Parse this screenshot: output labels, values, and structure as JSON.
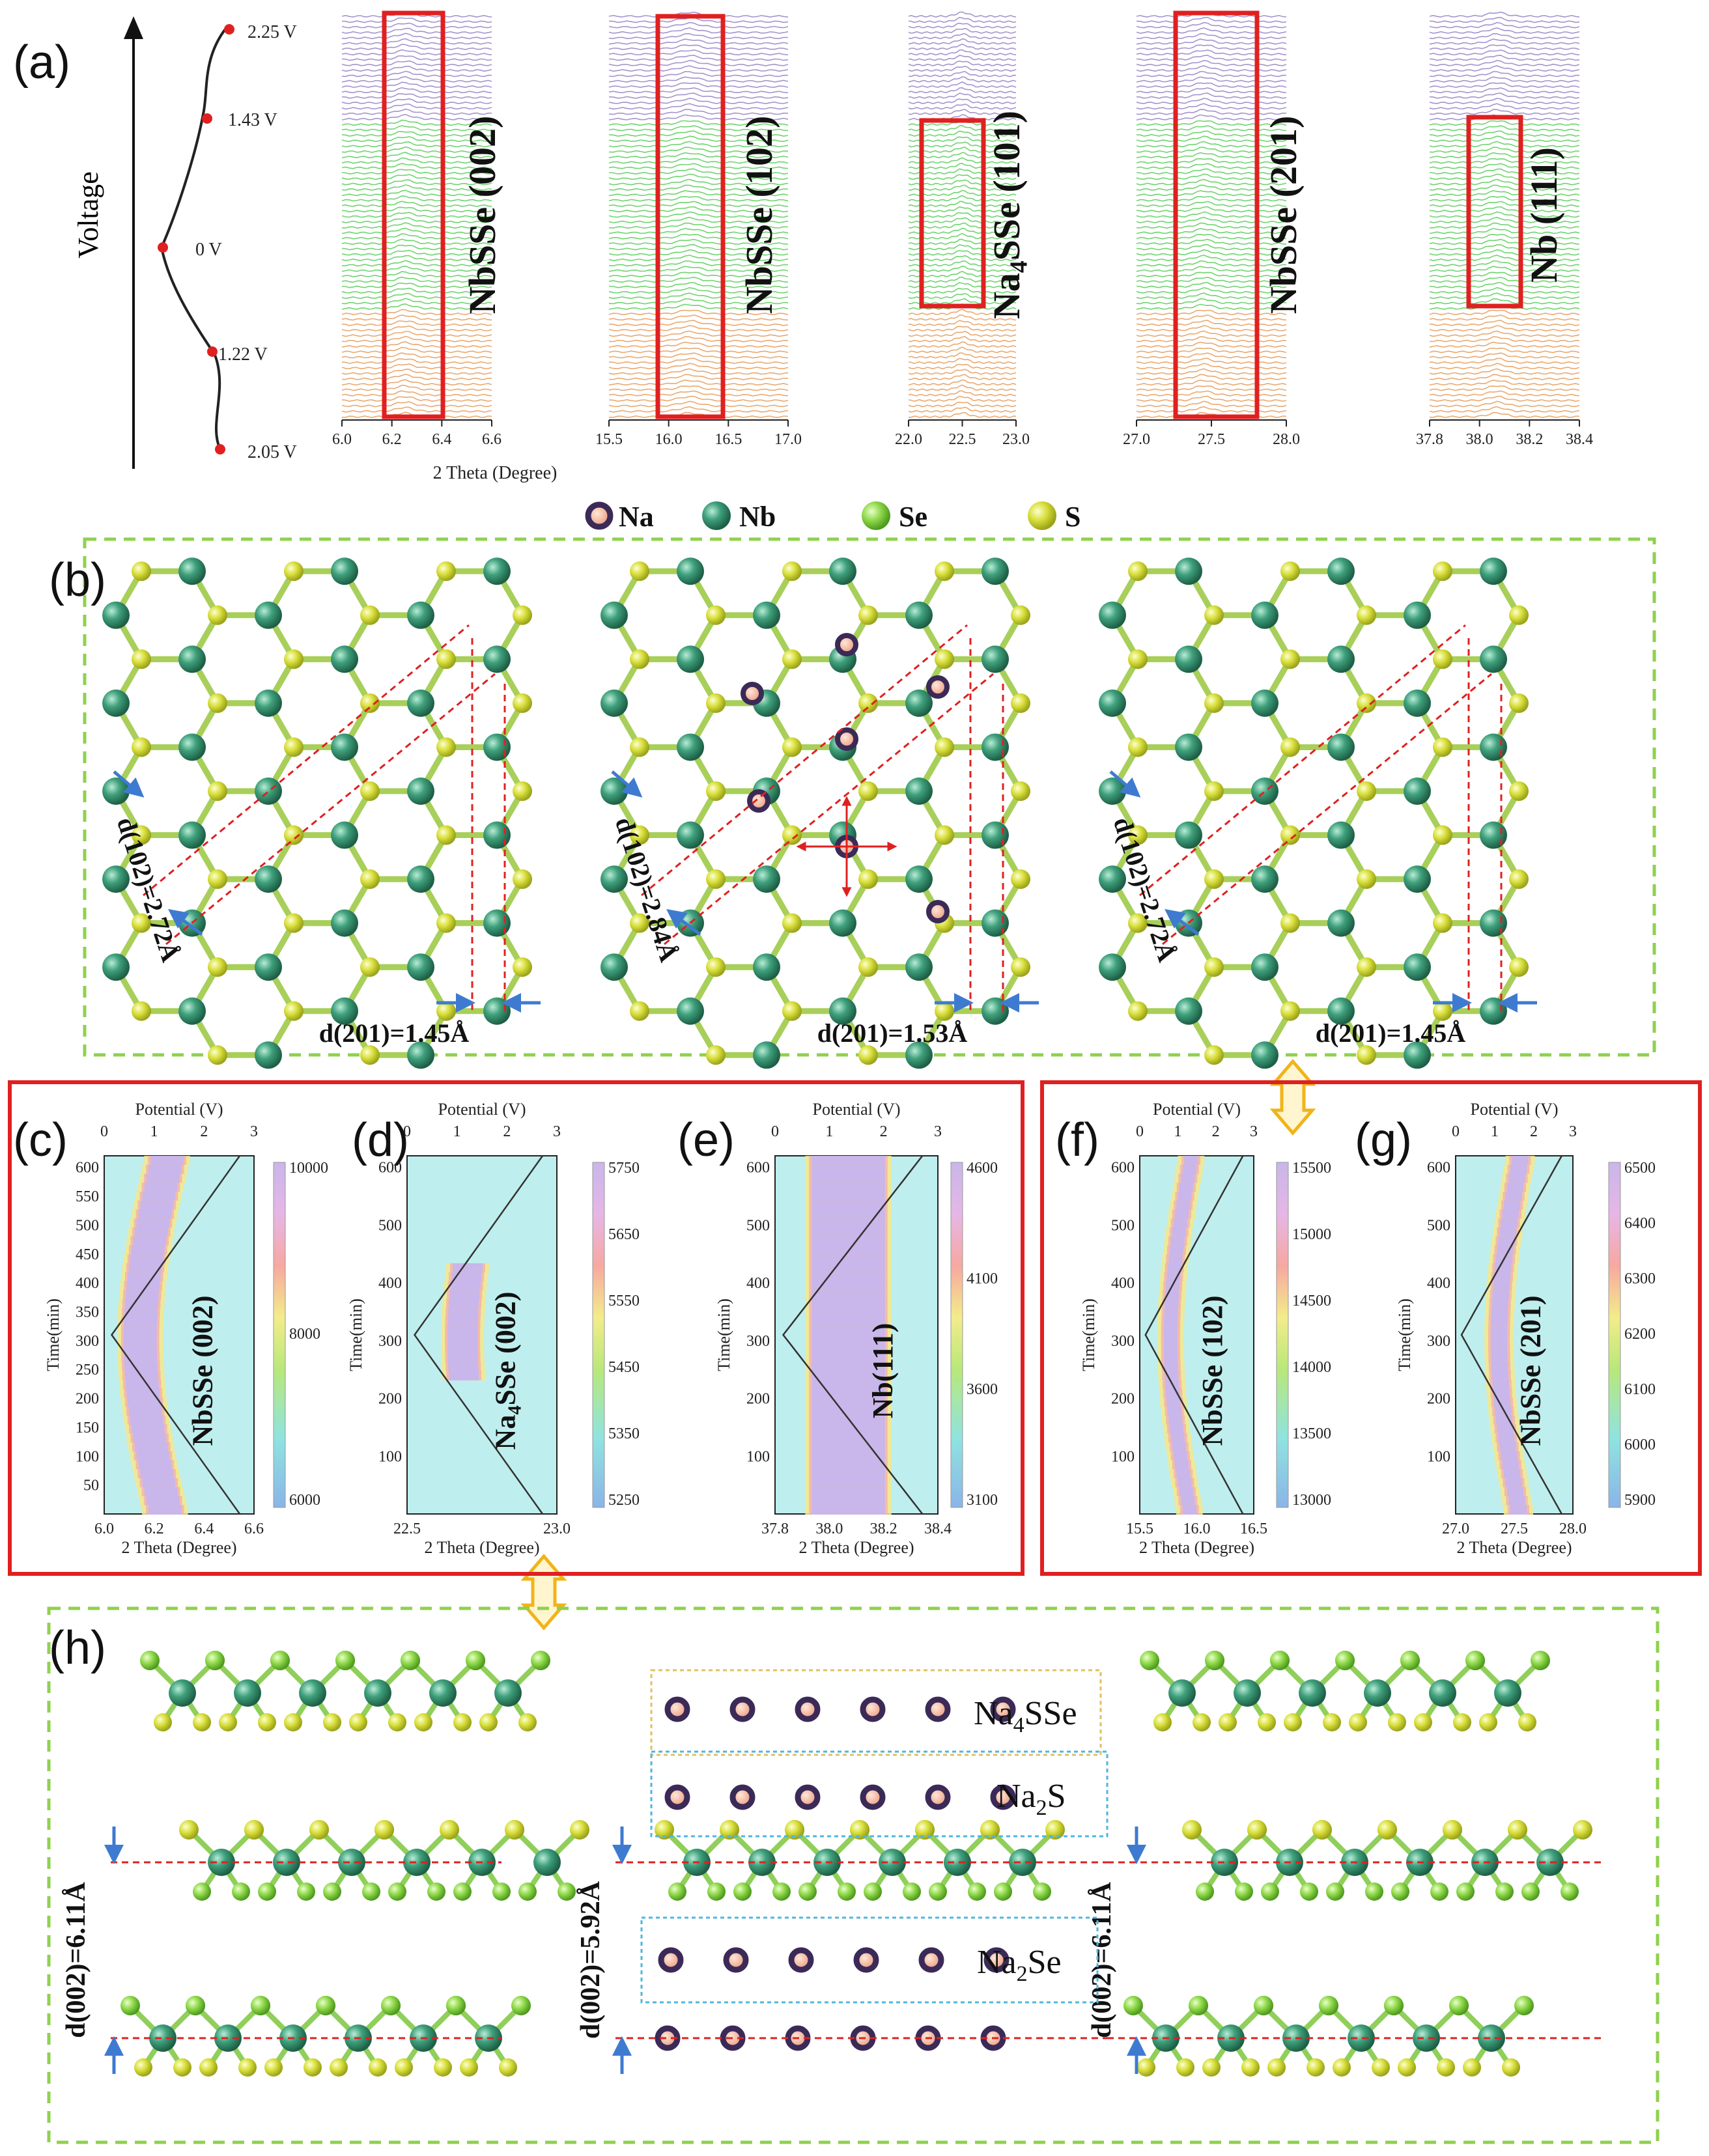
{
  "panel_labels": [
    "(a)",
    "(b)",
    "(c)",
    "(d)",
    "(e)",
    "(f)",
    "(g)",
    "(h)"
  ],
  "colors": {
    "purple": "#9c88c8",
    "green": "#5fcf5f",
    "orange": "#e8a060",
    "red_box": "#e02020",
    "dash_green": "#8fd14f",
    "nb": "#2f8f6f",
    "se": "#8fd84a",
    "s": "#d8de3a",
    "na_edge": "#3b2a57",
    "na_fill": "#f2b9a0",
    "arrow_gold": "#f0b41a"
  },
  "panel_a": {
    "voltage_label": "Voltage",
    "voltage_points": [
      "2.25 V",
      "1.43 V",
      "0 V",
      "1.22 V",
      "2.05 V"
    ],
    "xaxis_label": "2 Theta (Degree)",
    "subplots": [
      {
        "label": "NbSSe (002)",
        "ticks": [
          "6.0",
          "6.2",
          "6.4",
          "6.6"
        ]
      },
      {
        "label": "NbSSe (102)",
        "ticks": [
          "15.5",
          "16.0",
          "16.5",
          "17.0"
        ]
      },
      {
        "label": "Na4SSe (101)",
        "label_main": "Na",
        "label_sub": "4",
        "label_rest": "SSe (101)",
        "ticks": [
          "22.0",
          "22.5",
          "23.0"
        ]
      },
      {
        "label": "NbSSe (201)",
        "ticks": [
          "27.0",
          "27.5",
          "28.0"
        ]
      },
      {
        "label": "Nb (111)",
        "ticks": [
          "37.8",
          "38.0",
          "38.2",
          "38.4"
        ]
      }
    ]
  },
  "legend": [
    {
      "name": "Na"
    },
    {
      "name": "Nb"
    },
    {
      "name": "Se"
    },
    {
      "name": "S"
    }
  ],
  "panel_b": {
    "structures": [
      {
        "d102": "d(102)=2.72Å",
        "d201": "d(201)=1.45Å"
      },
      {
        "d102": "d(102)=2.84Å",
        "d201": "d(201)=1.53Å"
      },
      {
        "d102": "d(102)=2.72Å",
        "d201": "d(201)=1.45Å"
      }
    ]
  },
  "contour_panels": [
    {
      "letter": "(c)",
      "label": "NbSSe (002)",
      "xticks": [
        "6.0",
        "6.2",
        "6.4",
        "6.6"
      ],
      "yticks": [
        "50",
        "100",
        "150",
        "200",
        "250",
        "300",
        "350",
        "400",
        "450",
        "500",
        "550",
        "600"
      ],
      "cbar": [
        "10000",
        "8000",
        "6000"
      ]
    },
    {
      "letter": "(d)",
      "label": "Na4SSe (002)",
      "label_main": "Na",
      "label_sub": "4",
      "label_rest": "SSe (002)",
      "xticks": [
        "22.5",
        "23.0"
      ],
      "yticks": [
        "100",
        "200",
        "300",
        "400",
        "500",
        "600"
      ],
      "cbar": [
        "5750",
        "5650",
        "5550",
        "5450",
        "5350",
        "5250"
      ]
    },
    {
      "letter": "(e)",
      "label": "Nb(111)",
      "xticks": [
        "37.8",
        "38.0",
        "38.2",
        "38.4"
      ],
      "yticks": [
        "100",
        "200",
        "300",
        "400",
        "500",
        "600"
      ],
      "cbar": [
        "4600",
        "4100",
        "3600",
        "3100"
      ]
    },
    {
      "letter": "(f)",
      "label": "NbSSe (102)",
      "xticks": [
        "15.5",
        "16.0",
        "16.5"
      ],
      "yticks": [
        "100",
        "200",
        "300",
        "400",
        "500",
        "600"
      ],
      "cbar": [
        "15500",
        "15000",
        "14500",
        "14000",
        "13500",
        "13000"
      ]
    },
    {
      "letter": "(g)",
      "label": "NbSSe (201)",
      "xticks": [
        "27.0",
        "27.5",
        "28.0"
      ],
      "yticks": [
        "100",
        "200",
        "300",
        "400",
        "500",
        "600"
      ],
      "cbar": [
        "6500",
        "6400",
        "6300",
        "6200",
        "6100",
        "6000",
        "5900"
      ]
    }
  ],
  "contour_common": {
    "potential_label": "Potential (V)",
    "potential_ticks": [
      "0",
      "1",
      "2",
      "3"
    ],
    "time_label": "Time(min)",
    "xaxis_label": "2 Theta (Degree)"
  },
  "panel_h": {
    "d_left": "d(002)=6.11Å",
    "d_mid": "d(002)=5.92Å",
    "d_right": "d(002)=6.11Å",
    "labels": {
      "na4sse_main": "Na",
      "na4sse_sub": "4",
      "na4sse_rest": "SSe",
      "na2s_main": "Na",
      "na2s_sub": "2",
      "na2s_rest": "S",
      "na2se_main": "Na",
      "na2se_sub": "2",
      "na2se_rest": "Se"
    }
  }
}
